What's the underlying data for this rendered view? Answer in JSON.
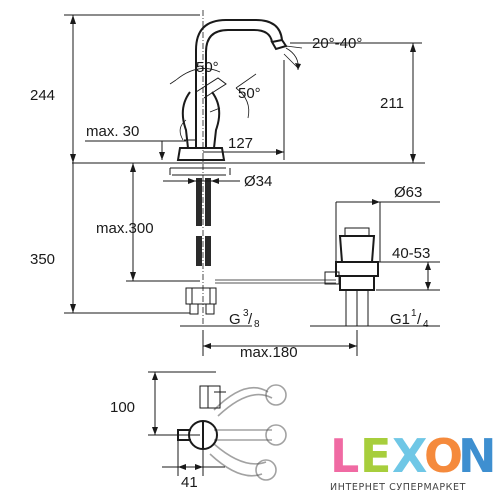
{
  "dimensions": {
    "angle_range": "20°-40°",
    "angle_handle_top": "50°",
    "angle_handle_right": "50°",
    "height_total": "244",
    "height_spout": "211",
    "max_30": "max. 30",
    "reach_127": "127",
    "hole_34": "Ø34",
    "drain_63": "Ø63",
    "max_300": "max.300",
    "drain_range": "40-53",
    "height_350": "350",
    "thread_g": "G",
    "thread_g_num": "3",
    "thread_g_den": "8",
    "thread_g1": "G1",
    "thread_g1_num": "1",
    "thread_g1_den": "4",
    "max_180": "max.180",
    "plan_100": "100",
    "plan_41": "41"
  },
  "logo": {
    "letters": [
      "L",
      "E",
      "X",
      "O",
      "N"
    ],
    "letter_colors": [
      "#f06aa3",
      "#a7ce3c",
      "#6fc7e6",
      "#f58a3c",
      "#3e8fd0"
    ],
    "subtitle": "ИНТЕРНЕТ СУПЕРМАРКЕТ"
  }
}
